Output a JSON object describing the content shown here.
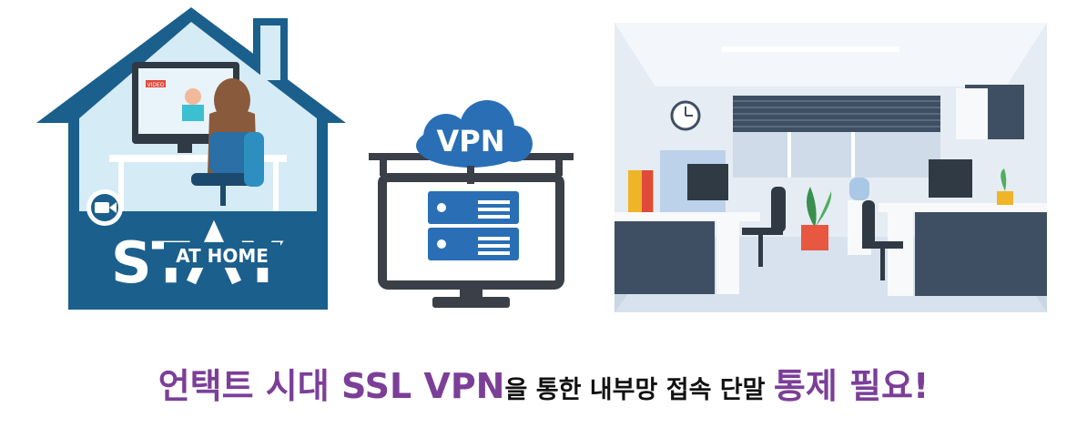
{
  "colors": {
    "accent": "#7b3f98",
    "home_blue": "#1b5f8c",
    "home_sky": "#d5ebf6",
    "vpn_blue": "#2a6fb5",
    "vpn_dark": "#3b3f47",
    "office_wall": "#e6ecf3",
    "office_desk": "#3f4f63"
  },
  "home_illustration": {
    "stay_text": "ST",
    "stay_text_end": "Y",
    "at_home_text": "AT HOME",
    "video_badge": "VIDEO",
    "camera_icon": "video-camera-icon"
  },
  "vpn_illustration": {
    "cloud_label": "VPN",
    "server_icon": "server-rack-icon",
    "monitor_icon": "monitor-icon"
  },
  "office_illustration": {
    "clock_icon": "wall-clock-icon",
    "plant_icon": "plant-icon",
    "chair_icon": "office-chair-icon"
  },
  "caption": {
    "part1": "언택트 시대 SSL VPN",
    "part2": "을 통한 내부망 접속 단말 ",
    "part3": "통제 필요!"
  }
}
